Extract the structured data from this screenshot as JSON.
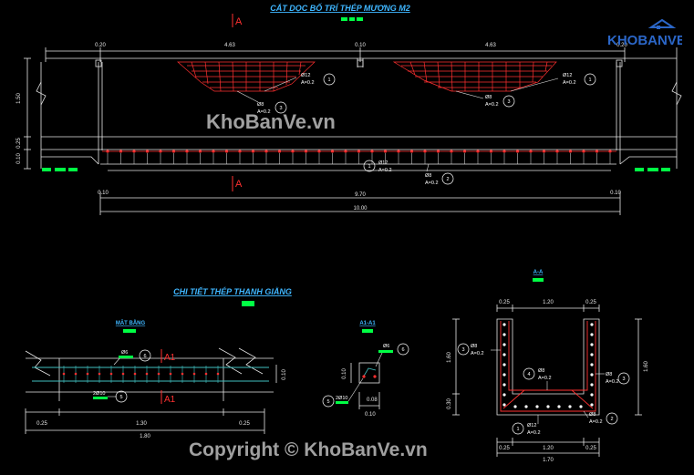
{
  "titles": {
    "main": "CẮT DỌC BỐ TRÍ THÉP MƯƠNG M2",
    "detail": "CHI TIẾT THÉP THANH GIẰNG",
    "plan": "MẶT BẰNG",
    "section_a1": "A1-A1",
    "section_a": "A-A"
  },
  "section_marks": {
    "a": "A",
    "a1": "A1"
  },
  "longitudinal": {
    "top_dims": [
      "0.20",
      "4.63",
      "0.10",
      "4.63",
      "0.20"
    ],
    "left_dims": [
      "1.50",
      "0.10",
      "0.25"
    ],
    "bottom_dims": [
      "0.10",
      "9.70",
      "0.10"
    ],
    "total": "10.00",
    "callouts": [
      {
        "num": "1",
        "bar": "Ø12",
        "spacing": "A=0.2"
      },
      {
        "num": "3",
        "bar": "Ø8",
        "spacing": "A=0.2"
      },
      {
        "num": "1",
        "bar": "Ø12",
        "spacing": "A=0.2"
      },
      {
        "num": "3",
        "bar": "Ø8",
        "spacing": "A=0.2"
      },
      {
        "num": "1",
        "bar": "Ø12",
        "spacing": "A=0.2"
      },
      {
        "num": "2",
        "bar": "Ø8",
        "spacing": "A=0.2"
      }
    ]
  },
  "plan": {
    "dims": [
      "0.25",
      "1.30",
      "0.25"
    ],
    "total": "1.80",
    "side_dim": "0.10",
    "callouts": [
      {
        "num": "6",
        "bar": "Ø6"
      },
      {
        "num": "5",
        "bar": "2Ø10"
      }
    ]
  },
  "a1": {
    "dims": [
      "0.08",
      "0.10"
    ],
    "side_dim": "0.10",
    "callouts": [
      {
        "num": "6",
        "bar": "Ø6"
      },
      {
        "num": "5",
        "bar": "2Ø10"
      }
    ]
  },
  "aa": {
    "top_dims": [
      "0.25",
      "1.20",
      "0.25"
    ],
    "bottom_dims": [
      "0.25",
      "1.20",
      "0.25"
    ],
    "total": "1.70",
    "left_dims": [
      "1.60",
      "0.30"
    ],
    "right_dim": "1.60",
    "callouts": [
      {
        "num": "3",
        "bar": "Ø8",
        "spacing": "A=0.2"
      },
      {
        "num": "3",
        "bar": "Ø8",
        "spacing": "A=0.2"
      },
      {
        "num": "4",
        "bar": "Ø8",
        "spacing": "A=0.2"
      },
      {
        "num": "1",
        "bar": "Ø12",
        "spacing": "A=0.2"
      },
      {
        "num": "2",
        "bar": "Ø8",
        "spacing": "A=0.2"
      }
    ]
  },
  "watermark": "KhoBanVe.vn",
  "copyright": "Copyright © KhoBanVe.vn",
  "logo": "KHOBANVE",
  "colors": {
    "background": "#000000",
    "line": "#ffffff",
    "rebar": "#ff3030",
    "title": "#3fb6ff",
    "tag": "#00ff44",
    "hatch": "#ff3030",
    "plan_bar": "#40c0c0"
  }
}
